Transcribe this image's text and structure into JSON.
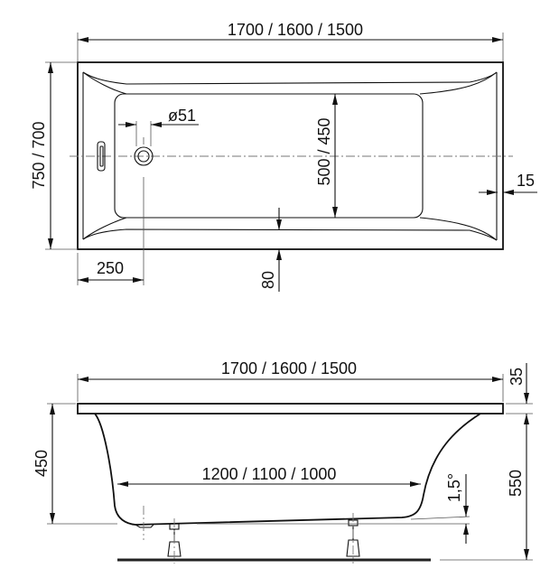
{
  "top_view": {
    "length_label": "1700 / 1600 / 1500",
    "width_label": "750 / 700",
    "drain_diameter_label": "ø51",
    "basin_width_label": "500 / 450",
    "rim_label": "15",
    "drain_offset_label": "250",
    "side_offset_label": "80"
  },
  "side_view": {
    "length_label": "1700 / 1600 / 1500",
    "rim_thickness_label": "35",
    "depth_label": "450",
    "total_height_label": "550",
    "bottom_length_label": "1200 / 1100 / 1000",
    "slope_label": "1,5°"
  },
  "colors": {
    "line": "#111111",
    "background": "#ffffff"
  }
}
